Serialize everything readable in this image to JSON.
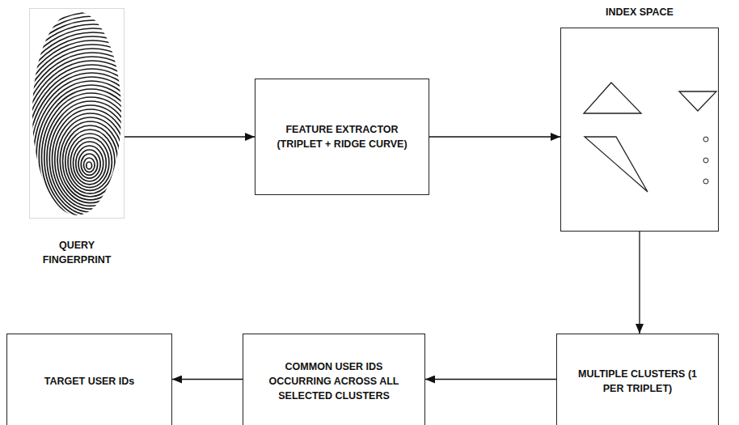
{
  "diagram": {
    "nodes": [
      {
        "text": [
          "QUERY FINGERPRINT"
        ]
      },
      {
        "text": [
          "FEATURE EXTRACTOR (TRIPLET + RIDGE CURVE)"
        ]
      },
      {
        "text": [
          "INDEX SPACE"
        ]
      },
      {
        "text": [
          "MULTIPLE CLUSTERS (1 PER TRIPLET)"
        ]
      },
      {
        "text": [
          "COMMON USER IDS OCCURRING ACROSS ALL SELECTED CLUSTERS"
        ]
      },
      {
        "text": [
          "TARGET USER IDs"
        ]
      }
    ],
    "edges": [
      {
        "from": 0,
        "to": 1,
        "arrow": "to"
      },
      {
        "from": 1,
        "to": 2,
        "arrow": "to"
      },
      {
        "from": 2,
        "to": 3,
        "arrow": "to"
      },
      {
        "from": 3,
        "to": 4,
        "arrow": "to"
      },
      {
        "from": 4,
        "to": 5,
        "arrow": "to"
      }
    ]
  }
}
